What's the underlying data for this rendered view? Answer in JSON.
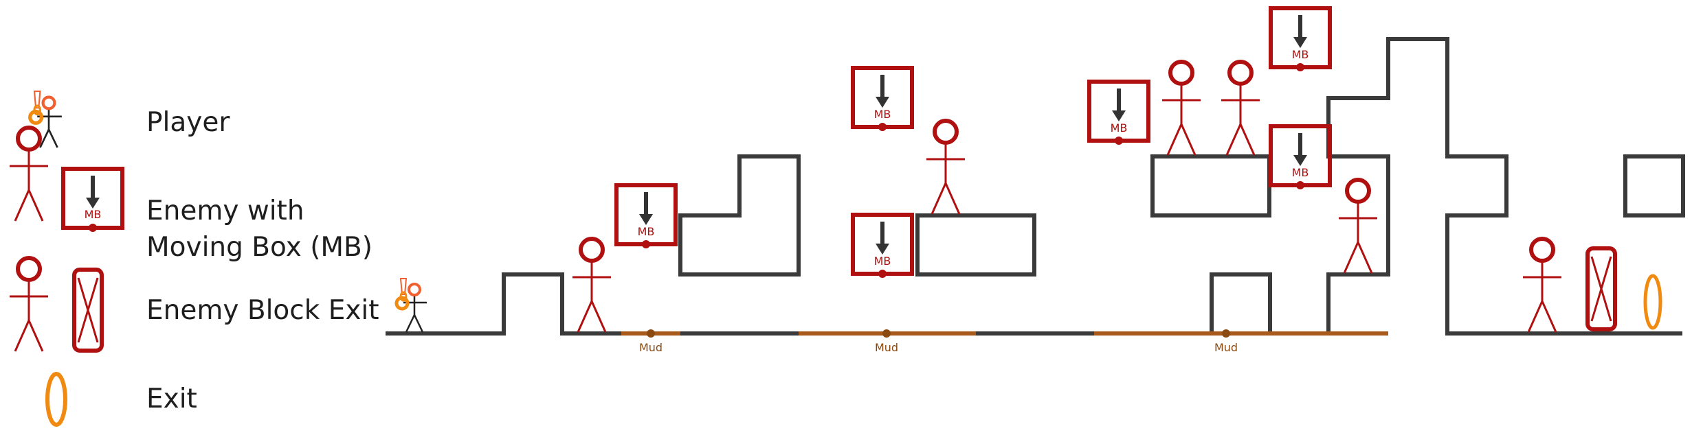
{
  "legend": {
    "player": "Player",
    "enemy_moving_box_line1": "Enemy with",
    "enemy_moving_box_line2": "Moving Box (MB)",
    "enemy_block_exit": "Enemy Block Exit",
    "exit": "Exit"
  },
  "labels": {
    "moving_box": "MB",
    "mud": "Mud"
  },
  "colors": {
    "wall": "#3a3a3a",
    "enemy": "#b01010",
    "mud": "#a85a1a",
    "exit": "#f08a10",
    "player_accent": "#f06030"
  }
}
